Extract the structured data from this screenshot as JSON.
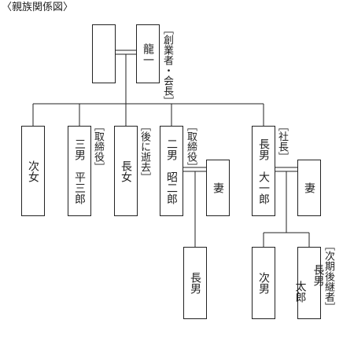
{
  "title": "〈親族関係図〉",
  "boxes": {
    "founder": "龍一",
    "second_daughter": "次女",
    "third_son": "三男　平三郎",
    "eldest_daughter": "長女",
    "second_son": "二男　昭二郎",
    "second_son_wife": "妻",
    "eldest_son": "長男　大一郎",
    "eldest_son_wife": "妻",
    "second_son_eldest_son": "長男",
    "grandson_second": "次男",
    "grandson_eldest_name": "長男",
    "grandson_eldest_given": "太郎"
  },
  "notes": {
    "founder": "［創業者・会長］",
    "third_son": "［取締役］",
    "eldest_daughter": "［後に逝去］",
    "second_son": "［取締役］",
    "eldest_son": "［社長］",
    "grandson_eldest": "［次期後継者］"
  }
}
